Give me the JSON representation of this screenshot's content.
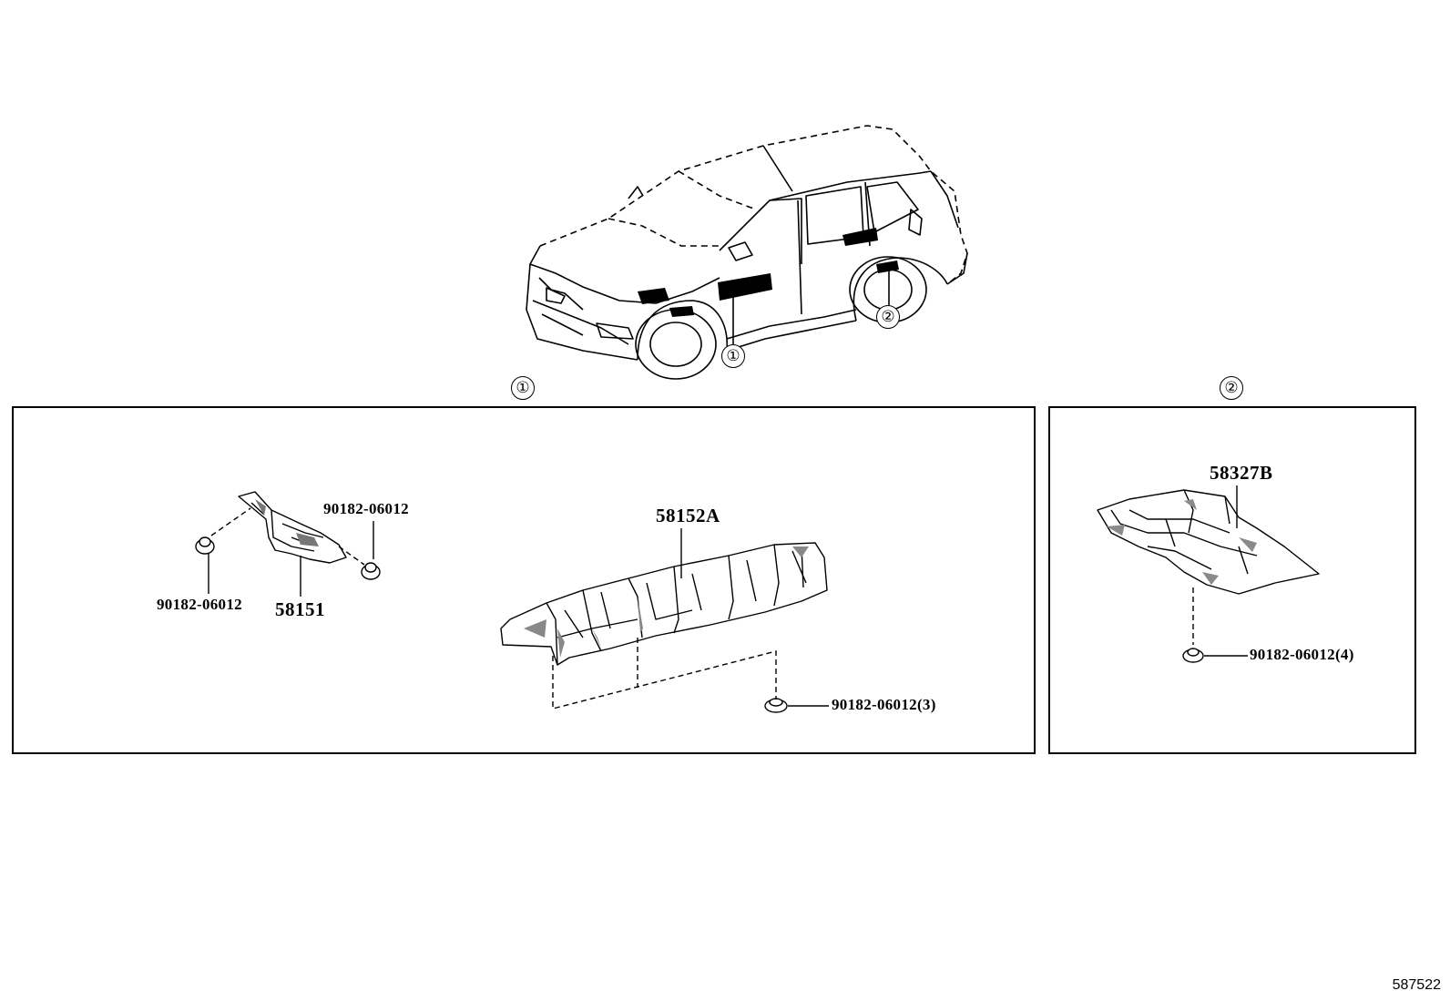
{
  "vehicle": {
    "callouts": [
      "①",
      "②"
    ]
  },
  "panels": [
    {
      "callout": "①",
      "parts": {
        "shield_front": "58151",
        "shield_main": "58152A",
        "clip_left": "90182-06012",
        "clip_right": "90182-06012",
        "clip_bottom": "90182-06012(3)"
      }
    },
    {
      "callout": "②",
      "parts": {
        "shield_rear": "58327B",
        "clip": "90182-06012(4)"
      }
    }
  ],
  "footer": {
    "diagram_id": "587522"
  }
}
